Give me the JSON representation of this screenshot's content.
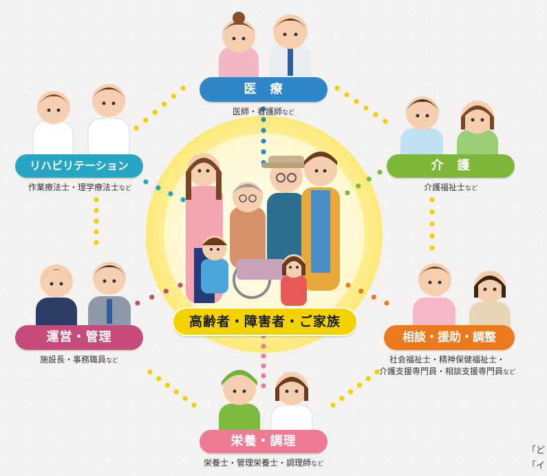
{
  "center": {
    "label": "高齢者・障害者・ご家族"
  },
  "roles": [
    {
      "id": "medical",
      "label": "医　療",
      "sub_lines": [
        "医師・看護師"
      ],
      "suffix": "など",
      "color": "#2f86c9"
    },
    {
      "id": "rehab",
      "label": "リハビリテーション",
      "sub_lines": [
        "作業療法士・理学療法士"
      ],
      "suffix": "など",
      "color": "#27a6c4"
    },
    {
      "id": "care",
      "label": "介　護",
      "sub_lines": [
        "介護福祉士"
      ],
      "suffix": "など",
      "color": "#7db83a"
    },
    {
      "id": "management",
      "label": "運営・管理",
      "sub_lines": [
        "施設長・事務職員"
      ],
      "suffix": "など",
      "color": "#c74b7a"
    },
    {
      "id": "consult",
      "label": "相談・援助・調整",
      "sub_lines": [
        "社会福祉士・精神保健福祉士・",
        "介護支援専門員・相談支援専門員"
      ],
      "suffix": "など",
      "color": "#ec7a1c"
    },
    {
      "id": "nutrition",
      "label": "栄養・調理",
      "sub_lines": [
        "栄養士・管理栄養士・調理師"
      ],
      "suffix": "など",
      "color": "#ee7b93"
    }
  ],
  "corner_text": [
    "「ど",
    "「イ"
  ],
  "colors": {
    "center_glow": "#fde978",
    "center_pill": "#f3d400",
    "dot_yellow": "#f6cf00"
  }
}
